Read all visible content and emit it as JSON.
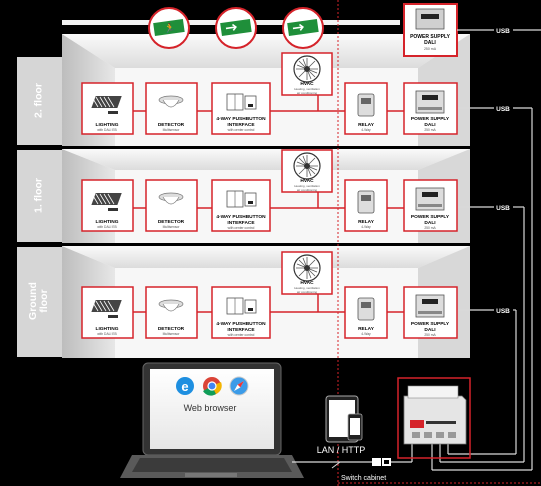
{
  "colors": {
    "accent": "#d5232a",
    "exit_green": "#1f8f3a",
    "panel": "#ececec",
    "cable": "#d9d9d9"
  },
  "labels": {
    "usb": "USB",
    "floors": [
      "2. floor",
      "1. floor",
      "Ground floor"
    ],
    "ground_line1": "Ground",
    "ground_line2": "floor",
    "lighting": "LIGHTING",
    "lighting_sub": "with DALI EB",
    "detector": "DETECTOR",
    "detector_sub": "Multisensor",
    "pushbutton": "4-WAY PUSHBUTTON",
    "pushbutton2": "INTERFACE",
    "pushbutton_sub": "with center control",
    "hvac": "HVAC",
    "hvac_sub": "Heating, ventilation",
    "hvac_sub2": "air conditioning",
    "relay": "RELAY",
    "relay_sub": "4-Way",
    "psu": "POWER SUPPLY",
    "psu2": "DALI",
    "psu_sub": "250 mA",
    "web_browser": "Web browser",
    "lan": "LAN / HTTP",
    "switch_cabinet": "Switch cabinet"
  },
  "icons": [
    "exit-sign-icon",
    "emergency-exit-icon",
    "ie-browser-icon",
    "chrome-browser-icon",
    "safari-browser-icon",
    "laptop-icon",
    "tablet-icon",
    "phone-icon",
    "fan-icon",
    "light-fixture-icon",
    "sensor-icon",
    "pushbutton-icon",
    "relay-icon",
    "power-supply-icon",
    "gateway-icon",
    "ethernet-plug-icon"
  ]
}
